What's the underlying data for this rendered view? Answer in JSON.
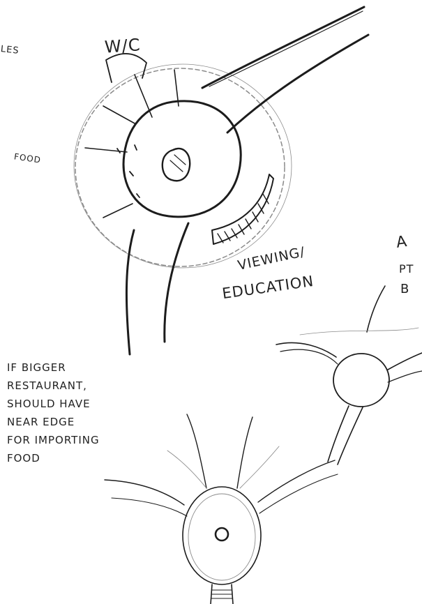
{
  "labels": {
    "ples": "PLES",
    "wc": "W/C",
    "food": "FOOD",
    "viewing": "VIEWING/",
    "education": "EDUCATION",
    "a": "A",
    "pt": "PT",
    "b": "B"
  },
  "note": {
    "lines": [
      "IF BIGGER",
      "RESTAURANT,",
      "SHOULD HAVE",
      "NEAR EDGE",
      "FOR IMPORTING",
      "FOOD"
    ]
  },
  "ink_color": "#1c1c1c",
  "pencil_color": "#8a8a8a"
}
